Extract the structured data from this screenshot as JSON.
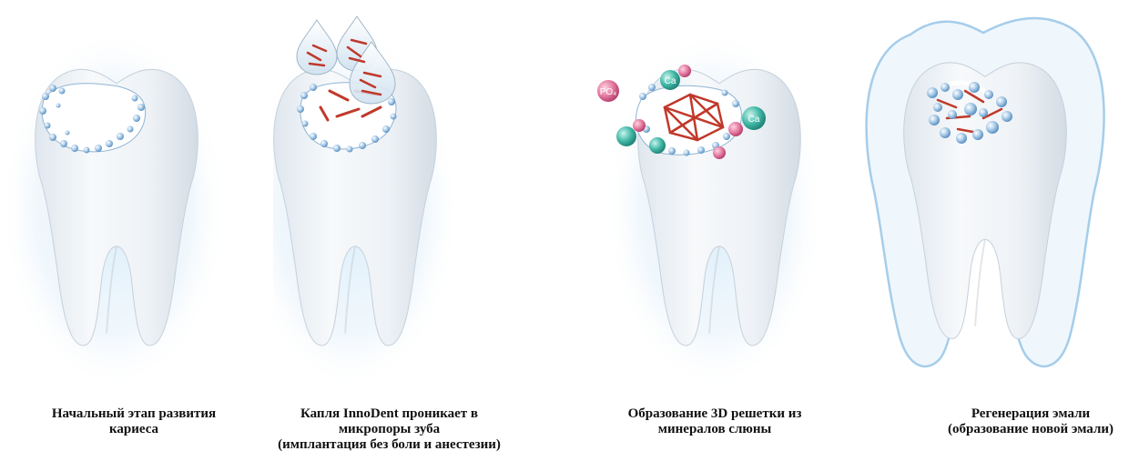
{
  "panels": [
    {
      "id": "stage-1",
      "caption_lines": [
        "Начальный этап развития",
        "кариеса"
      ]
    },
    {
      "id": "stage-2",
      "caption_lines": [
        "Капля InnoDent проникает в",
        "микропоры зуба",
        "(имплантация без боли и анестезии)"
      ]
    },
    {
      "id": "stage-3",
      "caption_lines": [
        "Образование 3D решетки из",
        "минералов слюны"
      ],
      "ion_labels": {
        "po": "PO₄",
        "ca": "Ca"
      }
    },
    {
      "id": "stage-4",
      "caption_lines": [
        "Регенерация эмали",
        "(образование новой эмали)"
      ]
    }
  ],
  "colors": {
    "tooth_fill": "#f3f6f9",
    "tooth_shadow": "#d4dde6",
    "glow": "#cfe6f7",
    "bubble": "#7fb1dc",
    "crystal": "#c0392b",
    "po_ion": "#e06a95",
    "ca_ion": "#3bb7a5",
    "enamel_shell": "#9cc8e8"
  }
}
